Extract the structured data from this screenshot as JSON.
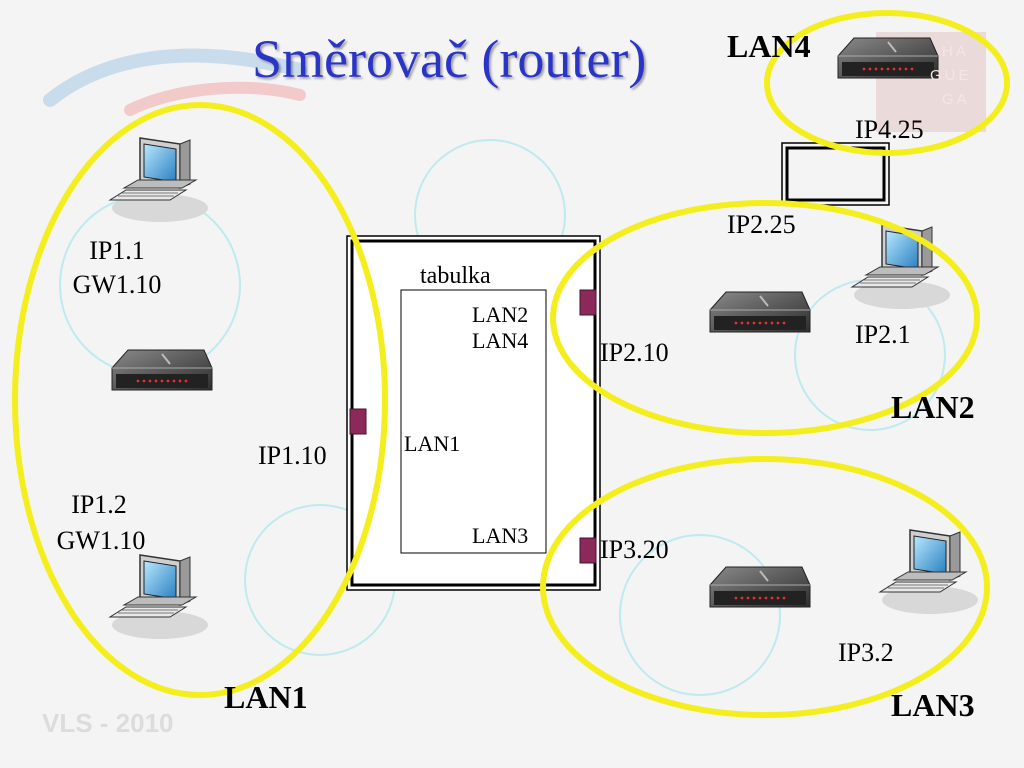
{
  "title": "Směrovač (router)",
  "footer": "VLS - 2010",
  "logo_lines": [
    "HA",
    "GUE",
    "GA"
  ],
  "router": {
    "table_label": "tabulka",
    "table_entries": [
      "LAN2",
      "LAN4",
      "LAN1",
      "LAN3"
    ]
  },
  "hosts": {
    "lan1_host_a": {
      "ip": "IP1.1",
      "gw": "GW1.10"
    },
    "lan1_host_b": {
      "ip": "IP1.2",
      "gw": "GW1.10"
    },
    "lan2_host": {
      "ip": "IP2.1"
    },
    "lan3_host": {
      "ip": "IP3.2"
    },
    "lan4_host": {
      "ip": "IP4.25"
    }
  },
  "interfaces": {
    "lan1": "IP1.10",
    "lan2": "IP2.10",
    "lan3": "IP3.20",
    "lan2_secondary": "IP2.25"
  },
  "lans": {
    "lan1": "LAN1",
    "lan2": "LAN2",
    "lan3": "LAN3",
    "lan4": "LAN4"
  },
  "colors": {
    "title": "#2a35c8",
    "ellipse": "#f5ee1f",
    "port": "#8b2a5a",
    "faint_circle": "#bfeaf0"
  }
}
